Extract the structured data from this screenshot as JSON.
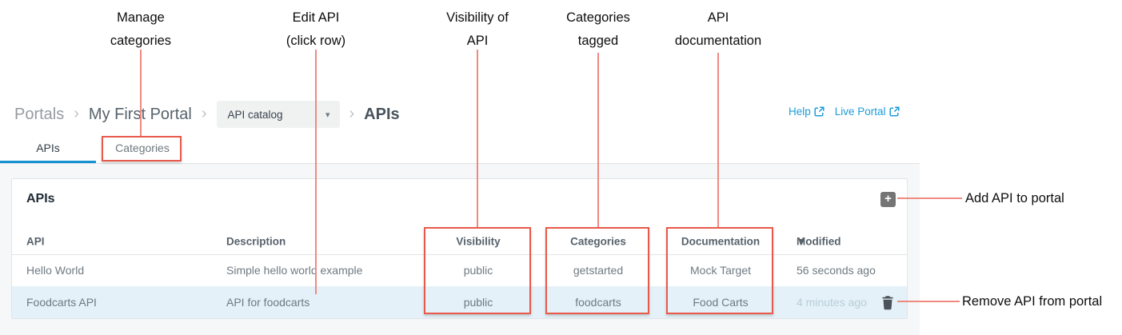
{
  "callouts": {
    "manage_categories": {
      "line1": "Manage",
      "line2": "categories"
    },
    "edit_api": {
      "line1": "Edit API",
      "line2": "(click row)"
    },
    "visibility_of_api": {
      "line1": "Visibility of",
      "line2": "API"
    },
    "categories_tagged": {
      "line1": "Categories",
      "line2": "tagged"
    },
    "api_documentation": {
      "line1": "API",
      "line2": "documentation"
    },
    "add_api": "Add API to portal",
    "remove_api": "Remove API from portal"
  },
  "breadcrumb": {
    "root": "Portals",
    "portal": "My First Portal",
    "dropdown_value": "API catalog",
    "current": "APIs"
  },
  "header_links": {
    "help": "Help",
    "live_portal": "Live Portal"
  },
  "tabs": {
    "apis": "APIs",
    "categories": "Categories"
  },
  "card": {
    "title": "APIs"
  },
  "table": {
    "headers": {
      "api": "API",
      "description": "Description",
      "visibility": "Visibility",
      "categories": "Categories",
      "documentation": "Documentation",
      "modified": "Modified"
    },
    "rows": [
      {
        "api": "Hello World",
        "description": "Simple hello world example",
        "visibility": "public",
        "categories": "getstarted",
        "documentation": "Mock Target",
        "modified": "56 seconds ago"
      },
      {
        "api": "Foodcarts API",
        "description": "API for foodcarts",
        "visibility": "public",
        "categories": "foodcarts",
        "documentation": "Food Carts",
        "modified": "4 minutes ago"
      }
    ]
  },
  "icons": {
    "plus": "+",
    "sort_desc": "▾",
    "dropdown_caret": "▾",
    "breadcrumb_chevron": "›"
  },
  "colors": {
    "link_blue": "#1b9cd9",
    "tab_underline_blue": "#1592d2",
    "annotation_box_red": "#e8594a",
    "annotation_line_salmon": "#ef8a80",
    "highlighted_row": "#e4f1f8",
    "add_button_gray": "#757575"
  }
}
